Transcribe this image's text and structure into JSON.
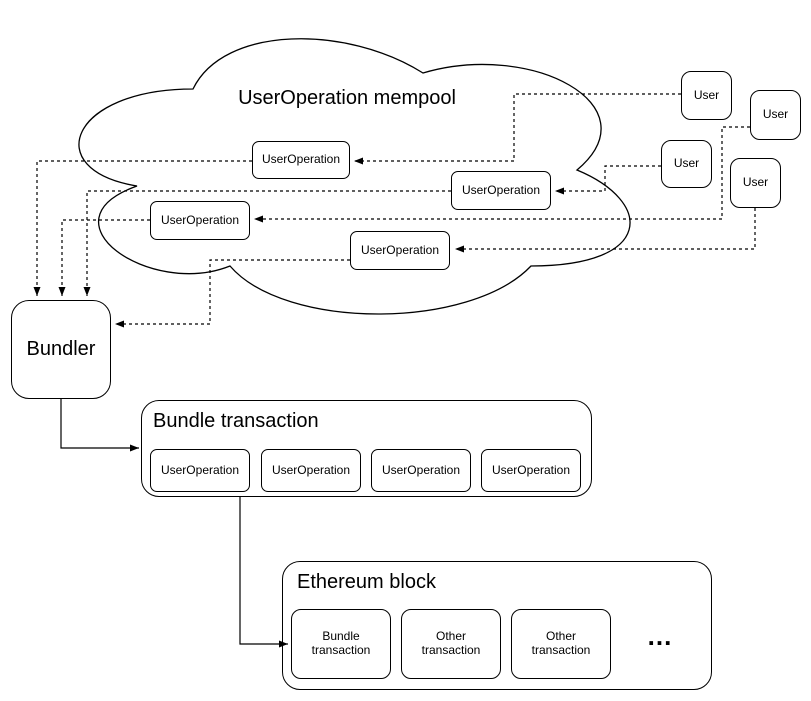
{
  "colors": {
    "stroke": "#000000",
    "fill": "#ffffff",
    "background": "#ffffff"
  },
  "mempool": {
    "title": "UserOperation mempool",
    "operations": [
      "UserOperation",
      "UserOperation",
      "UserOperation",
      "UserOperation"
    ]
  },
  "users": [
    "User",
    "User",
    "User",
    "User"
  ],
  "bundler": {
    "label": "Bundler"
  },
  "bundle_transaction": {
    "title": "Bundle transaction",
    "operations": [
      "UserOperation",
      "UserOperation",
      "UserOperation",
      "UserOperation"
    ]
  },
  "ethereum_block": {
    "title": "Ethereum block",
    "transactions": [
      "Bundle transaction",
      "Other transaction",
      "Other transaction"
    ],
    "ellipsis": "..."
  }
}
